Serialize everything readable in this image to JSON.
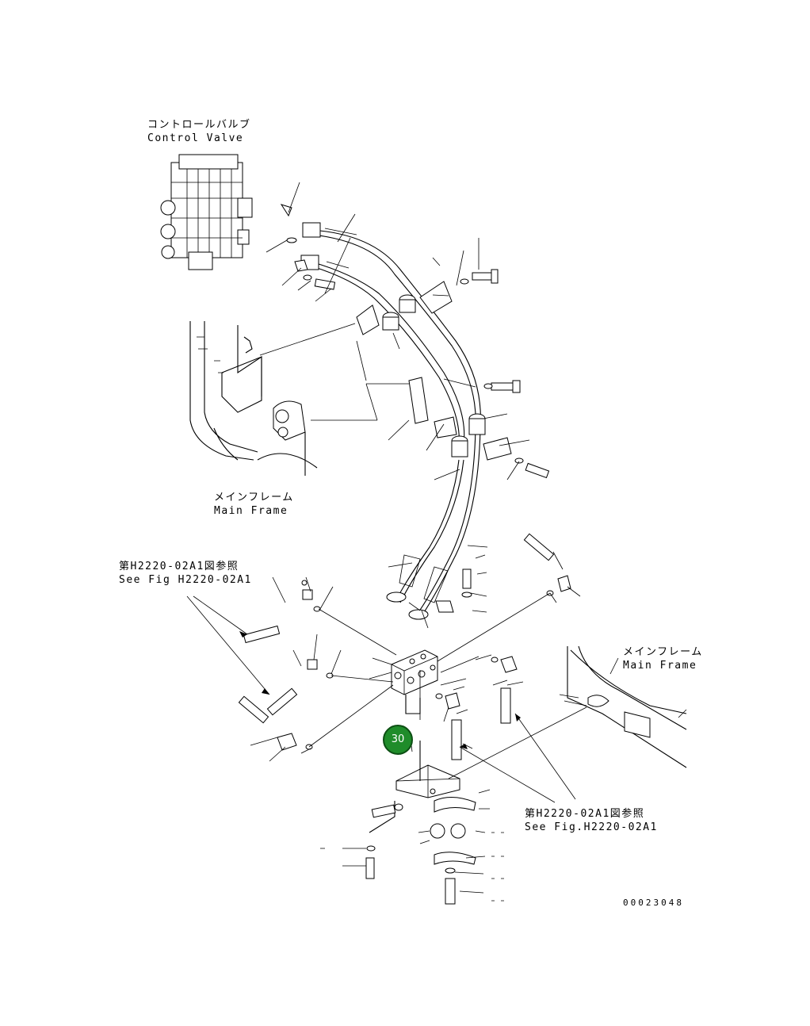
{
  "labels": {
    "control_valve_jp": "コントロールバルブ",
    "control_valve_en": "Control Valve",
    "main_frame_left_jp": "メインフレーム",
    "main_frame_left_en": "Main Frame",
    "see_fig_left_jp": "第H2220-02A1図参照",
    "see_fig_left_en": "See Fig H2220-02A1",
    "main_frame_right_jp": "メインフレーム",
    "main_frame_right_en": "Main Frame",
    "see_fig_right_jp": "第H2220-02A1図参照",
    "see_fig_right_en": "See Fig.H2220-02A1",
    "drawing_number": "00023048"
  },
  "callout": {
    "number": "30",
    "color": "#1f8c2a"
  }
}
